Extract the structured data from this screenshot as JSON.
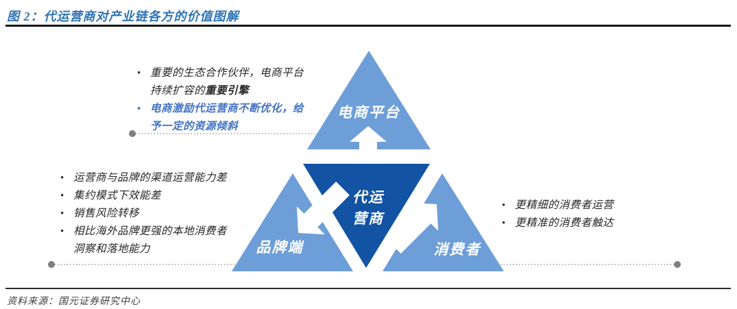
{
  "title": "图 2：代运营商对产业链各方的价值图解",
  "source": "资料来源：国元证券研究中心",
  "triangles": {
    "top_label": "电商平台",
    "center_label_line1": "代运",
    "center_label_line2": "营商",
    "left_label": "品牌端",
    "right_label": "消费者"
  },
  "notes": {
    "platform": {
      "item1_normal": "重要的生态合作伙伴，电商平台持续扩容的",
      "item1_bold": "重要引擎",
      "item2": "电商激励代运营商不断优化，给予一定的资源倾斜"
    },
    "brand": {
      "items": [
        "运营商与品牌的渠道运营能力差",
        "集约模式下效能差",
        "销售风险转移",
        "相比海外品牌更强的本地消费者洞察和落地能力"
      ]
    },
    "consumer": {
      "items": [
        "更精细的消费者运营",
        "更精准的消费者触达"
      ]
    }
  },
  "colors": {
    "title_blue": "#2E74B5",
    "accent_blue": "#4472C4",
    "light_triangle_blue": "#6D9ED8",
    "dark_triangle_blue": "#1253A4",
    "connector_gray": "#7F7F7F"
  }
}
